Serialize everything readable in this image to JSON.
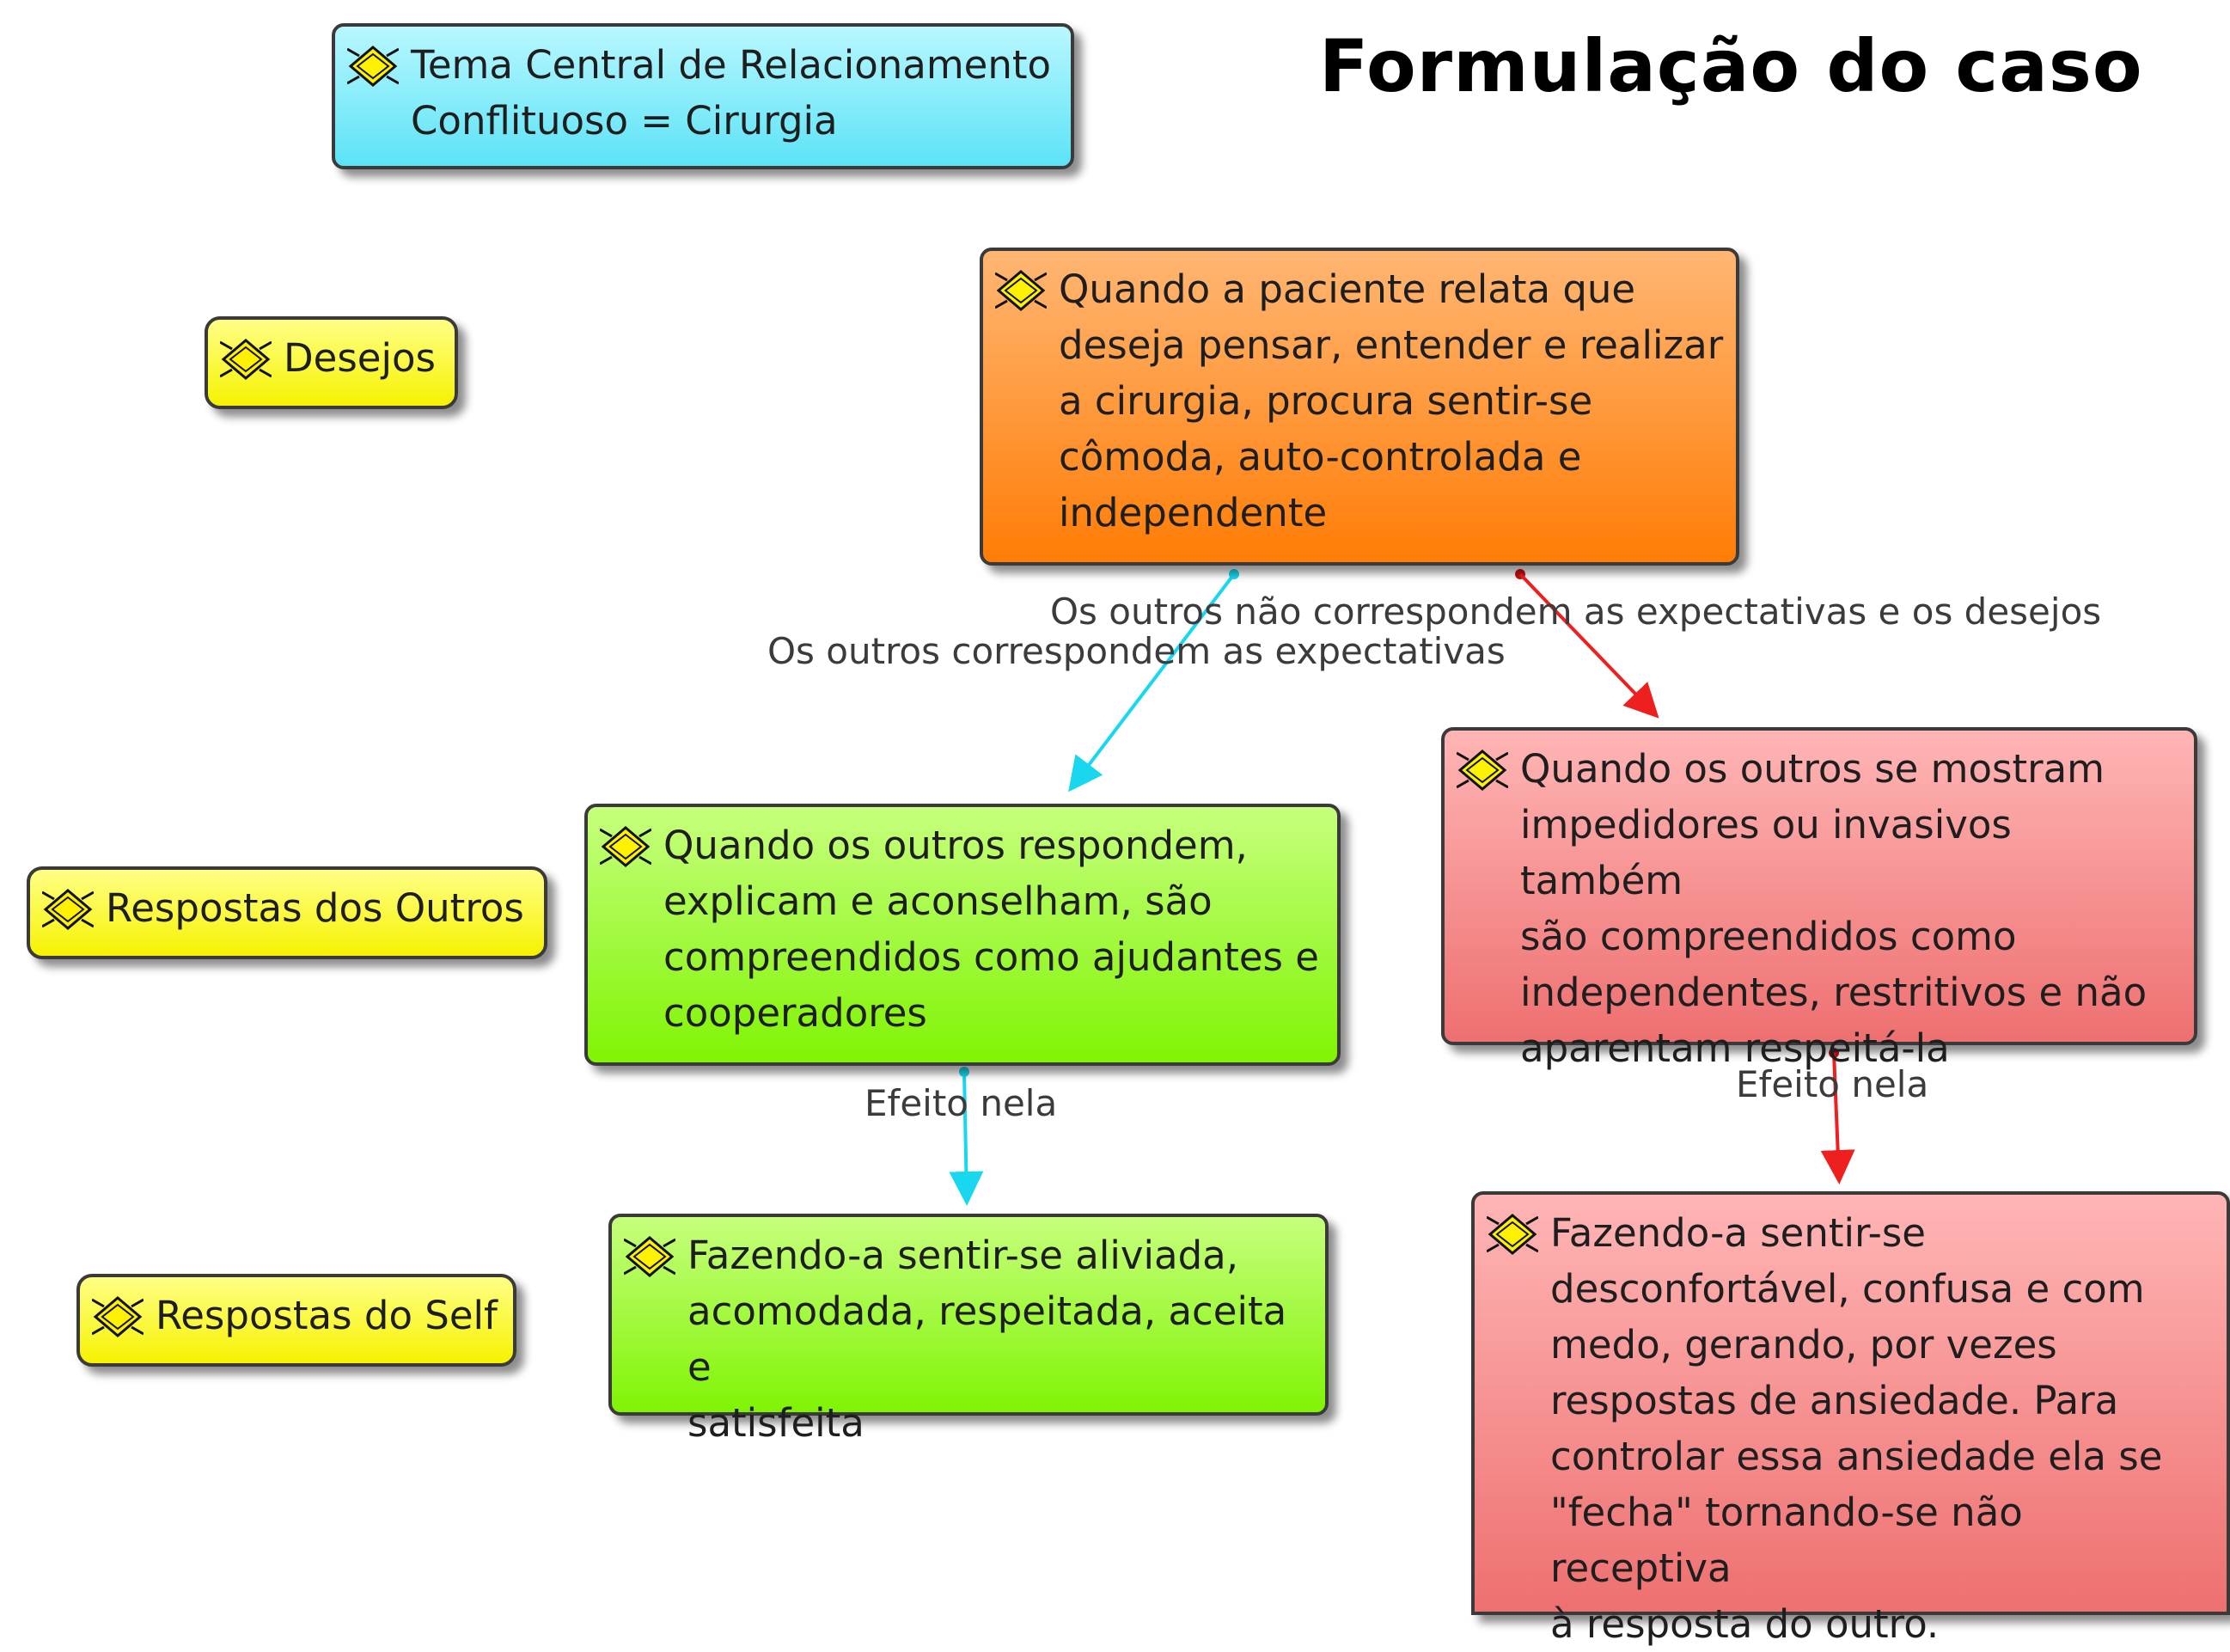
{
  "title": "Formulação do caso",
  "colors": {
    "header_node": "#5ce3f6",
    "label_node": "#f6f200",
    "central_node": "#ff7d06",
    "positive_node": "#80f404",
    "negative_node": "#ee7070",
    "positive_edge": "#19d7ee",
    "negative_edge": "#ee1f1f"
  },
  "nodes": {
    "tema": {
      "text": "Tema Central de Relacionamento\nConflituoso = Cirurgia"
    },
    "desejos": {
      "text": "Desejos"
    },
    "respostas_outros": {
      "text": "Respostas dos Outros"
    },
    "respostas_self": {
      "text": "Respostas do Self"
    },
    "central": {
      "text": "Quando a paciente relata que\ndeseja  pensar, entender e realizar\na cirurgia, procura sentir-se\ncômoda, auto-controlada e\nindependente"
    },
    "outros_positivo": {
      "text": "Quando os outros respondem,\nexplicam e aconselham, são\ncompreendidos como ajudantes e\ncooperadores"
    },
    "outros_negativo": {
      "text": "Quando os outros se mostram\nimpedidores ou invasivos também\nsão compreendidos como\nindependentes, restritivos e não\naparentam respeitá-la"
    },
    "self_positivo": {
      "text": "Fazendo-a sentir-se aliviada,\nacomodada, respeitada, aceita e\nsatisfeita"
    },
    "self_negativo": {
      "text": "Fazendo-a sentir-se\ndesconfortável, confusa e com\nmedo, gerando, por vezes\nrespostas de ansiedade. Para\ncontrolar essa ansiedade ela se\n\"fecha\" tornando-se não receptiva\nà resposta do outro."
    }
  },
  "edges": {
    "corresponde": "Os outros correspondem as expectativas",
    "nao_corresponde": "Os outros não correspondem as expectativas e os desejos",
    "efeito_positivo": "Efeito nela",
    "efeito_negativo": "Efeito nela"
  },
  "icon": "map-topic-icon"
}
